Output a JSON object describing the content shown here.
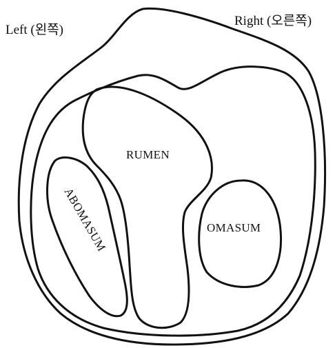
{
  "labels": {
    "left": "Left (왼쪽)",
    "right": "Right (오른쪽)"
  },
  "compartments": {
    "rumen": "RUMEN",
    "abomasum": "ABOMASUM",
    "omasum": "OMASUM"
  },
  "colors": {
    "line": "#111111",
    "background": "#ffffff"
  }
}
